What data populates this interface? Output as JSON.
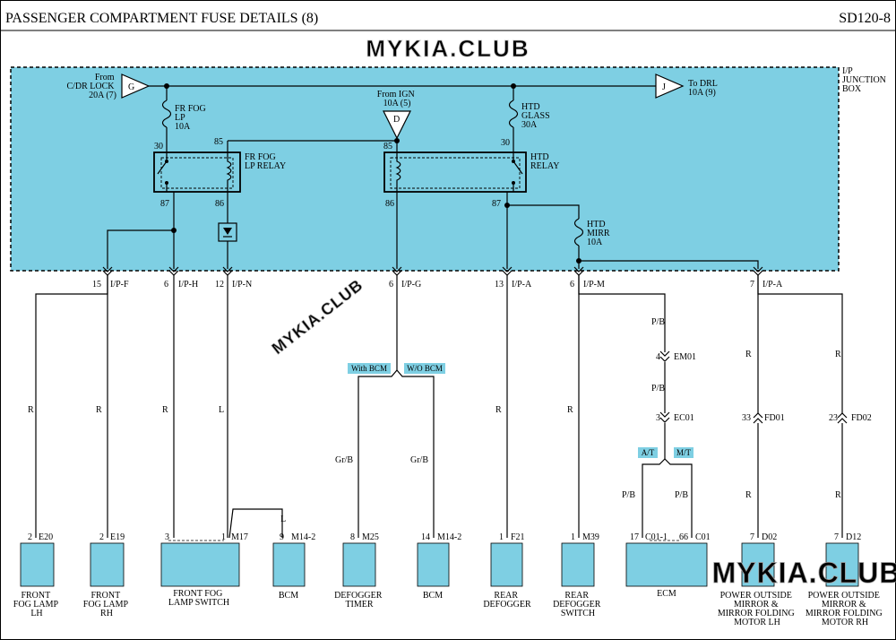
{
  "header": {
    "title": "PASSENGER COMPARTMENT FUSE DETAILS (8)",
    "code": "SD120-8"
  },
  "watermark": "MYKIA.CLUB",
  "junction_box": {
    "label_line1": "I/P",
    "label_line2": "JUNCTION",
    "label_line3": "BOX"
  },
  "sources": {
    "g": {
      "letter": "G",
      "line1": "From",
      "line2": "C/DR LOCK",
      "line3": "20A (7)"
    },
    "d": {
      "letter": "D",
      "line1": "From IGN",
      "line2": "10A (5)"
    },
    "j": {
      "letter": "J",
      "line1": "To DRL",
      "line2": "10A (9)"
    }
  },
  "fuses": {
    "fr_fog": {
      "line1": "FR FOG",
      "line2": "LP",
      "line3": "10A"
    },
    "htd_glass": {
      "line1": "HTD",
      "line2": "GLASS",
      "line3": "30A"
    },
    "htd_mirr": {
      "line1": "HTD",
      "line2": "MIRR",
      "line3": "10A"
    }
  },
  "relays": {
    "fr_fog": {
      "line1": "FR FOG",
      "line2": "LP RELAY",
      "pin_30": "30",
      "pin_85": "85",
      "pin_87": "87",
      "pin_86": "86"
    },
    "htd": {
      "line1": "HTD",
      "line2": "RELAY",
      "pin_85": "85",
      "pin_30": "30",
      "pin_86": "86",
      "pin_87": "87"
    }
  },
  "ip_connectors": [
    {
      "pin": "15",
      "conn": "I/P-F"
    },
    {
      "pin": "6",
      "conn": "I/P-H"
    },
    {
      "pin": "12",
      "conn": "I/P-N"
    },
    {
      "pin": "6",
      "conn": "I/P-G"
    },
    {
      "pin": "13",
      "conn": "I/P-A"
    },
    {
      "pin": "6",
      "conn": "I/P-M"
    },
    {
      "pin": "7",
      "conn": "I/P-A"
    }
  ],
  "wire_colors": {
    "w1": "R",
    "w2": "R",
    "w3": "R",
    "w4": "L",
    "w4b": "L",
    "w5a": "Gr/B",
    "w5b": "Gr/B",
    "w6": "R",
    "w7": "R",
    "w8a": "P/B",
    "w8b": "P/B",
    "w8c": "P/B",
    "w8d": "P/B",
    "w9a": "R",
    "w9b": "R",
    "w10a": "R",
    "w10b": "R"
  },
  "inline_connectors": [
    {
      "pin": "4",
      "conn": "EM01"
    },
    {
      "pin": "3",
      "conn": "EC01"
    },
    {
      "pin": "33",
      "conn": "FD01"
    },
    {
      "pin": "23",
      "conn": "FD02"
    }
  ],
  "option_tags": {
    "with_bcm": "With BCM",
    "wo_bcm": "W/O BCM",
    "at": "A/T",
    "mt": "M/T"
  },
  "components": [
    {
      "pin": "2",
      "conn": "E20",
      "line1": "FRONT",
      "line2": "FOG LAMP",
      "line3": "LH"
    },
    {
      "pin": "2",
      "conn": "E19",
      "line1": "FRONT",
      "line2": "FOG LAMP",
      "line3": "RH"
    },
    {
      "pin_a": "3",
      "pin_b": "1",
      "conn": "M17",
      "line1": "FRONT FOG",
      "line2": "LAMP SWITCH"
    },
    {
      "pin": "9",
      "conn": "M14-2",
      "line1": "BCM"
    },
    {
      "pin": "8",
      "conn": "M25",
      "line1": "DEFOGGER",
      "line2": "TIMER"
    },
    {
      "pin": "14",
      "conn": "M14-2",
      "line1": "BCM"
    },
    {
      "pin": "1",
      "conn": "F21",
      "line1": "REAR",
      "line2": "DEFOGGER"
    },
    {
      "pin": "1",
      "conn": "M39",
      "line1": "REAR",
      "line2": "DEFOGGER",
      "line3": "SWITCH"
    },
    {
      "pin_a": "17",
      "conn_a": "C01-1",
      "pin_b": "66",
      "conn_b": "C01",
      "line1": "ECM"
    },
    {
      "pin": "7",
      "conn": "D02",
      "line1": "POWER OUTSIDE",
      "line2": "MIRROR &",
      "line3": "MIRROR FOLDING",
      "line4": "MOTOR LH"
    },
    {
      "pin": "7",
      "conn": "D12",
      "line1": "POWER OUTSIDE",
      "line2": "MIRROR &",
      "line3": "MIRROR FOLDING",
      "line4": "MOTOR RH"
    }
  ],
  "colors": {
    "junction_fill": "#7ecfe3",
    "component_fill": "#7ecfe3",
    "tag_fill": "#7ecfe3",
    "connector_text": "#1a1a80",
    "wire": "#000000",
    "watermark": "#ffffff"
  }
}
